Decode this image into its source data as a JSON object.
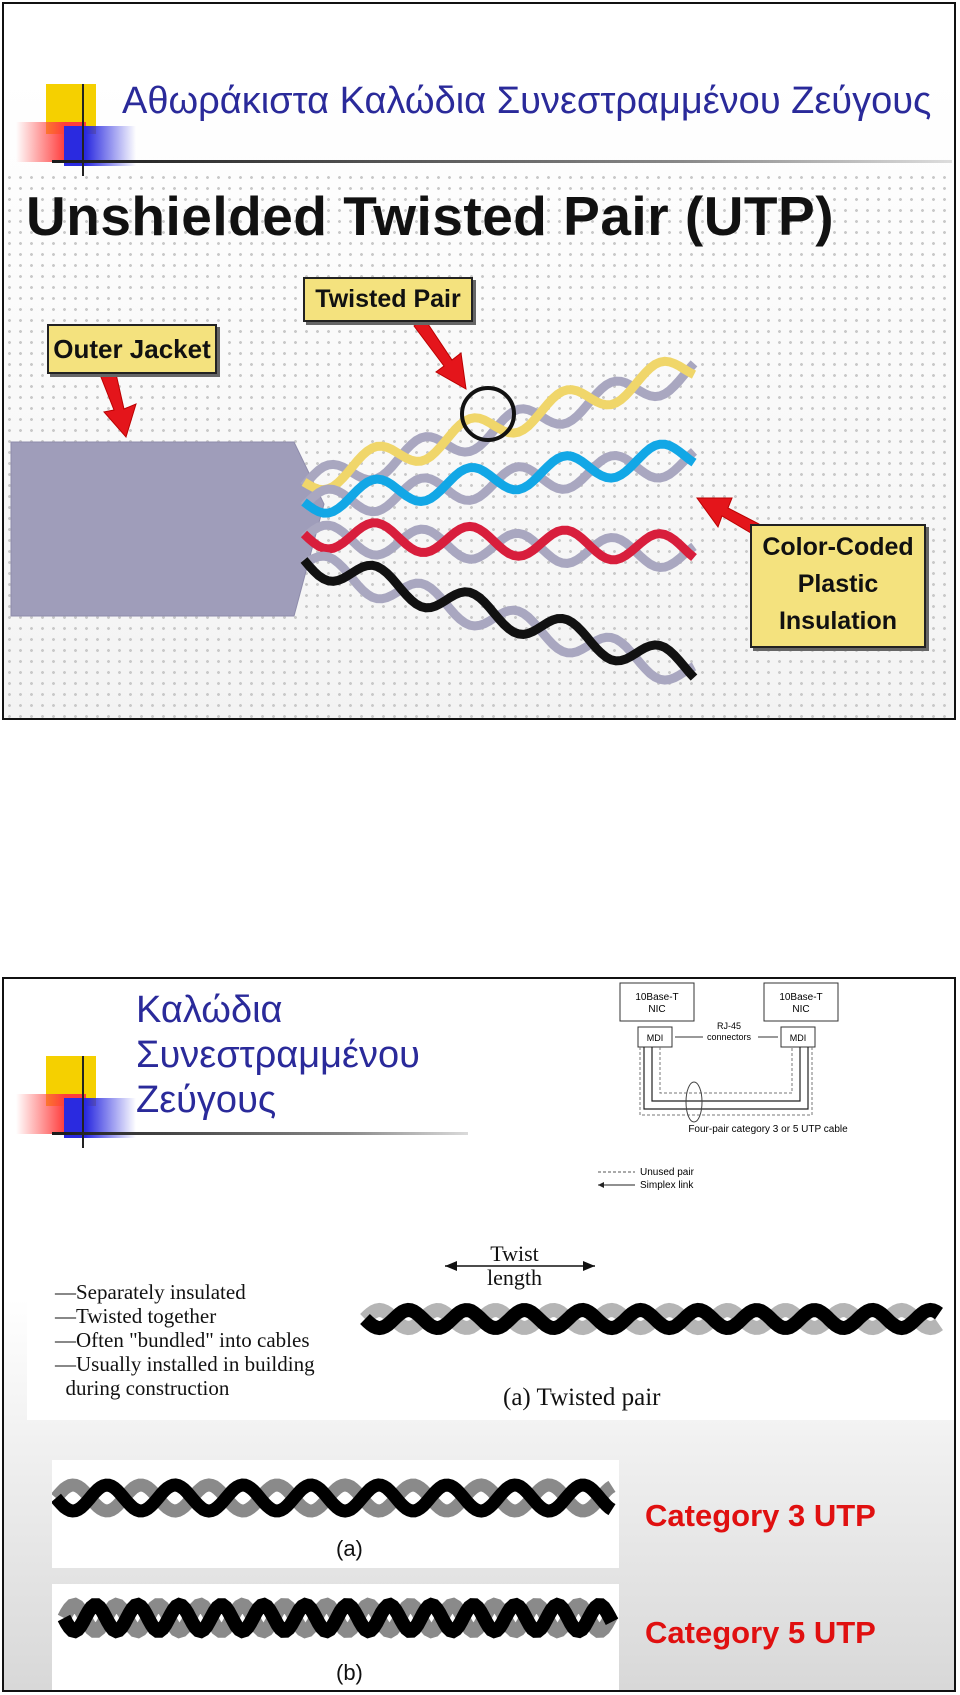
{
  "slide1": {
    "title": "Αθωράκιστα Καλώδια Συνεστραμμένου Ζεύγους",
    "image": {
      "heading": "Unshielded Twisted Pair (UTP)",
      "labels": {
        "outer_jacket": "Outer Jacket",
        "twisted_pair": "Twisted Pair",
        "insulation_line1": "Color-Coded",
        "insulation_line2": "Plastic",
        "insulation_line3": "Insulation"
      },
      "wire_colors": [
        "#f0d66a",
        "#12a7e6",
        "#d81e3c",
        "#111111",
        "#a9a7c0"
      ]
    }
  },
  "slide2": {
    "title_lines": [
      "Καλώδια",
      "Συνεστραμμένου",
      "Ζεύγους"
    ],
    "network_diagram": {
      "nic_left": "10Base-T\nNIC",
      "nic_right": "10Base-T\nNIC",
      "mdi_left": "MDI",
      "mdi_right": "MDI",
      "connectors": "RJ-45\nconnectors",
      "cable": "Four-pair category 3 or 5 UTP cable",
      "legend_unused": "Unused pair",
      "legend_simplex": "Simplex link"
    },
    "twisted_pair_figure": {
      "bullets": [
        "—Separately insulated",
        "—Twisted together",
        "—Often \"bundled\" into cables",
        "—Usually installed in building",
        "  during construction"
      ],
      "twist_length": "Twist\nlength",
      "caption": "(a) Twisted pair"
    },
    "category_a_caption": "(a)",
    "category_b_caption": "(b)",
    "category_3": "Category 3 UTP",
    "category_5": "Category 5 UTP"
  }
}
